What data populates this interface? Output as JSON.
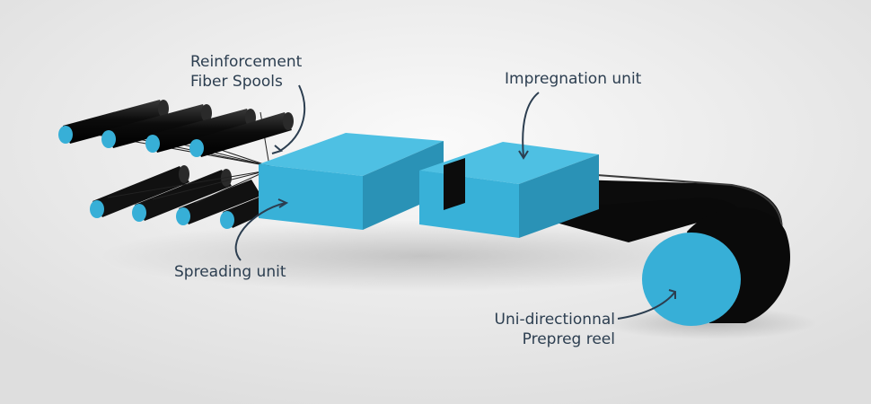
{
  "labels": {
    "fiber_spools": [
      "Reinforcement",
      "Fiber Spools"
    ],
    "impregnation": "Impregnation unit",
    "spreading": "Spreading unit",
    "reel": [
      "Uni-directionnal",
      "Prepreg reel"
    ]
  },
  "colors": {
    "unit_blue": "#37afd7",
    "roller_black": "#111111",
    "label_text": "#2c3e50",
    "background": "#ececec"
  }
}
